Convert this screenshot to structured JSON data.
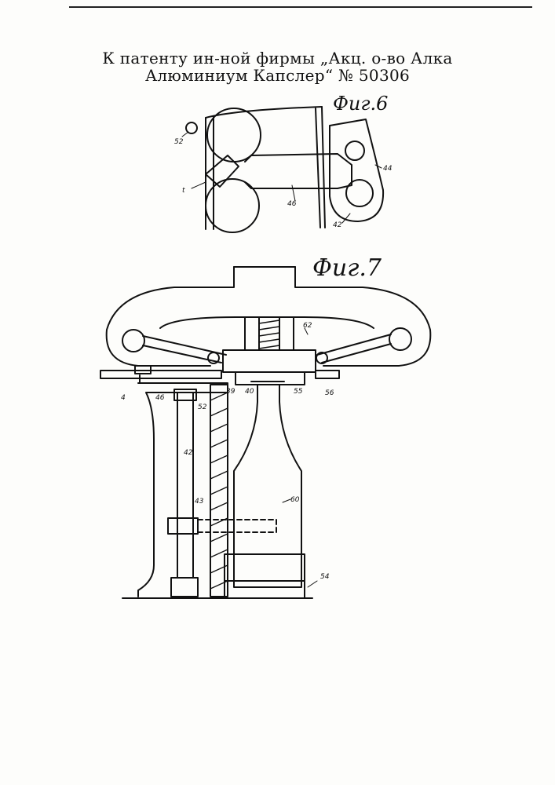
{
  "header": {
    "line1": "К патенту ин-ной фирмы „Акц. о-во Алка",
    "line2": "Алюминиум Капслер“ № 50306"
  },
  "fig6": {
    "label": "Фиг.6",
    "refs": {
      "r52": "52",
      "rt": "t",
      "r46": "46",
      "r42": "42",
      "r44": "44"
    }
  },
  "fig7": {
    "label": "Фиг.7",
    "refs": {
      "r62": "62",
      "r4": "4",
      "r46": "46",
      "r52": "52",
      "r39": "39",
      "r40": "40",
      "r55": "55",
      "r56": "56",
      "r42": "42",
      "r43": "43",
      "r60": "60",
      "r54": "54"
    }
  }
}
